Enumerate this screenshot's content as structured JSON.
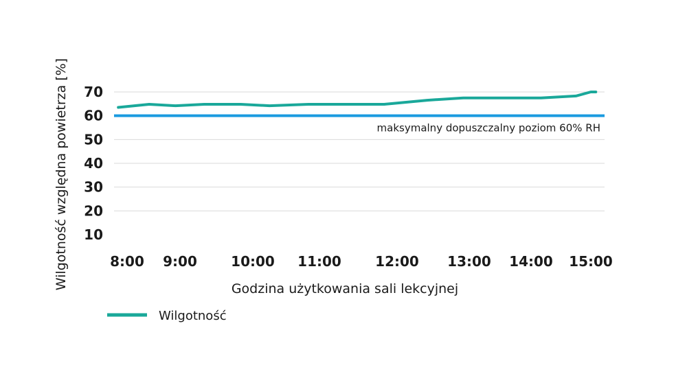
{
  "chart_data": {
    "type": "line",
    "xlabel": "Godzina użytkowania sali lekcyjnej",
    "ylabel": "Wilgotność względna powietrza [%]",
    "ylim": [
      10,
      70
    ],
    "yticks": [
      10,
      20,
      30,
      40,
      50,
      60,
      70
    ],
    "xticks": [
      "8:00",
      "9:00",
      "10:00",
      "11:00",
      "12:00",
      "13:00",
      "14:00",
      "15:00"
    ],
    "grid": true,
    "legend_position": "bottom-left",
    "series": [
      {
        "name": "Wilgotność",
        "color": "#1aa89a",
        "points": [
          [
            "7:50",
            63.5
          ],
          [
            "8:25",
            64.8
          ],
          [
            "8:55",
            64.2
          ],
          [
            "9:20",
            64.8
          ],
          [
            "9:50",
            64.8
          ],
          [
            "10:15",
            64.2
          ],
          [
            "10:50",
            64.8
          ],
          [
            "11:20",
            64.8
          ],
          [
            "11:50",
            64.8
          ],
          [
            "12:25",
            66.5
          ],
          [
            "12:55",
            67.5
          ],
          [
            "13:25",
            67.5
          ],
          [
            "13:50",
            67.5
          ],
          [
            "14:10",
            67.5
          ],
          [
            "14:45",
            68.3
          ],
          [
            "15:00",
            70.0
          ],
          [
            "15:05",
            70.0
          ]
        ]
      }
    ],
    "threshold": {
      "value": 60,
      "color": "#1b9be0",
      "label": "maksymalny dopuszczalny poziom 60% RH"
    }
  }
}
